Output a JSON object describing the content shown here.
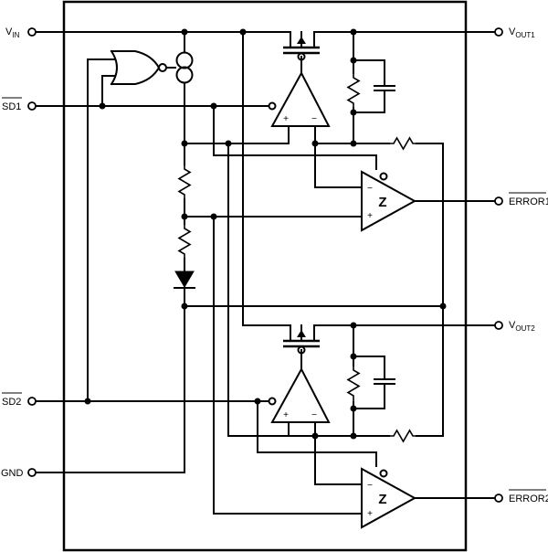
{
  "pins_left": {
    "vin_main": "V",
    "vin_sub": "IN",
    "sd1": "SD1",
    "sd2": "SD2",
    "gnd": "GND"
  },
  "pins_right": {
    "vout1_main": "V",
    "vout1_sub": "OUT1",
    "vout2_main": "V",
    "vout2_sub": "OUT2",
    "error1": "ERROR1",
    "error2": "ERROR2"
  },
  "amp_signs": {
    "plus": "+",
    "minus": "−"
  },
  "comparator_symbol": "Z"
}
